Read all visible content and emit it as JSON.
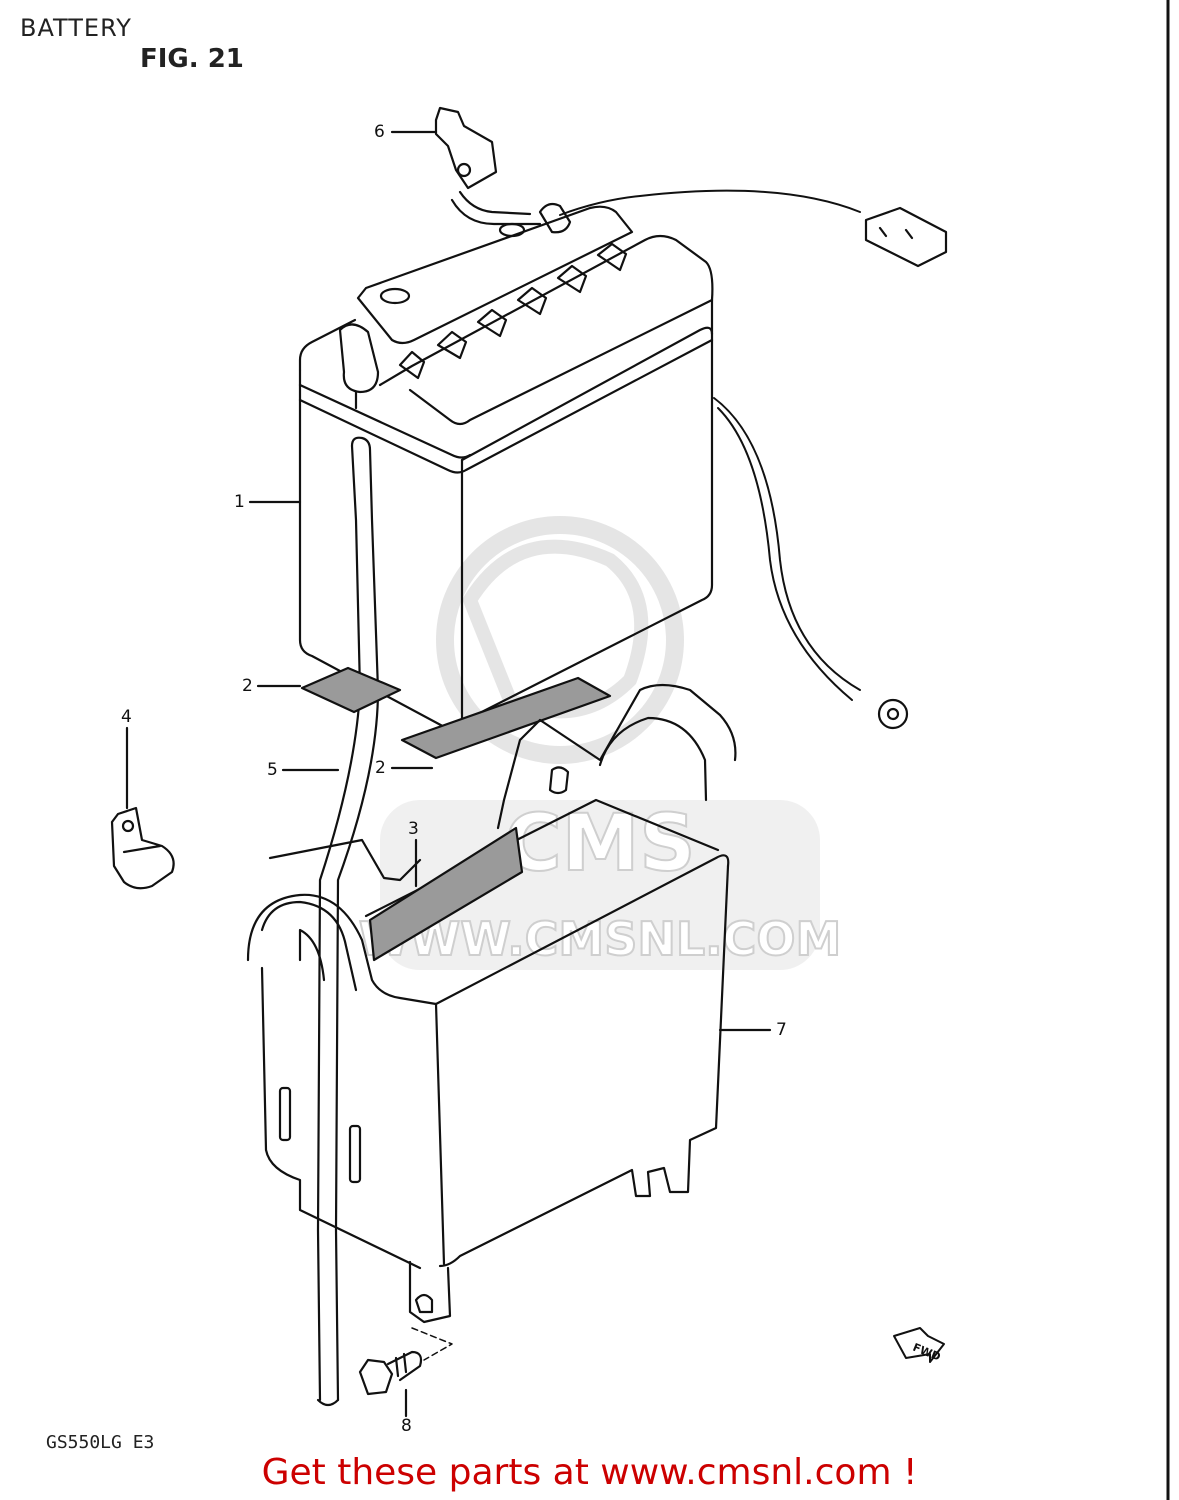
{
  "header": {
    "section": "BATTERY",
    "figure": "FIG. 21"
  },
  "footer": {
    "model": "GS550LG E3",
    "cta": "Get these parts at www.cmsnl.com !"
  },
  "watermark": {
    "text": "WWW.CMSNL.COM",
    "logo": "CMS"
  },
  "callouts": [
    {
      "id": "1",
      "label": "1"
    },
    {
      "id": "2a",
      "label": "2"
    },
    {
      "id": "2b",
      "label": "2"
    },
    {
      "id": "3",
      "label": "3"
    },
    {
      "id": "4",
      "label": "4"
    },
    {
      "id": "5",
      "label": "5"
    },
    {
      "id": "6",
      "label": "6"
    },
    {
      "id": "7",
      "label": "7"
    },
    {
      "id": "8",
      "label": "8"
    }
  ],
  "badge": {
    "text": "FWD"
  },
  "colors": {
    "ink": "#111111",
    "cta": "#cc0000",
    "watermark": "#d8d8d8",
    "pad": "#9a9a9a"
  }
}
